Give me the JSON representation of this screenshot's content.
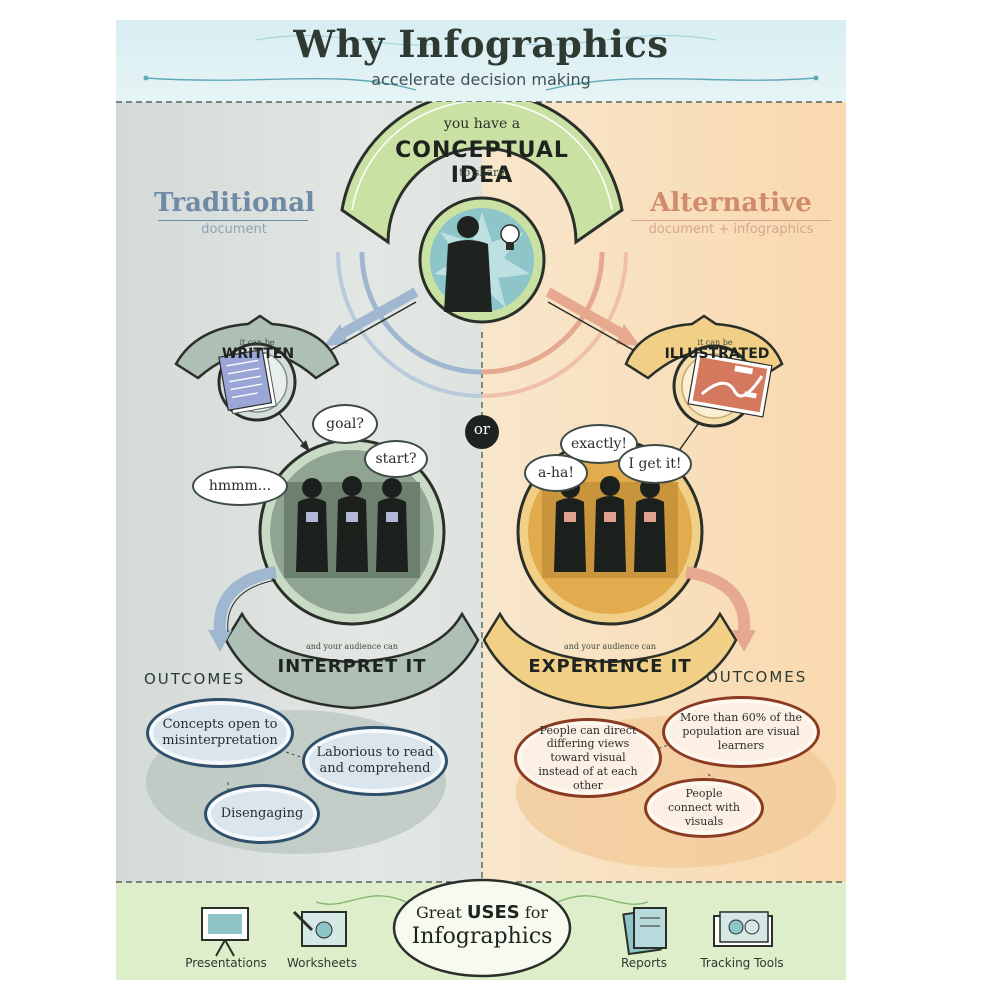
{
  "header": {
    "title": "Why Infographics",
    "subtitle": "accelerate decision making"
  },
  "center": {
    "pre": "you have a",
    "main": "CONCEPTUAL IDEA",
    "post": "to share",
    "or_label": "or"
  },
  "traditional": {
    "title": "Traditional",
    "subtitle": "document",
    "step1_pre": "it can be",
    "step1_main": "WRITTEN",
    "bubbles": [
      "goal?",
      "start?",
      "hmmm..."
    ],
    "step2_pre": "and your audience can",
    "step2_main": "INTERPRET IT",
    "outcomes_heading": "OUTCOMES",
    "outcomes": [
      "Concepts open to misinterpretation",
      "Laborious to read and comprehend",
      "Disengaging"
    ]
  },
  "alternative": {
    "title": "Alternative",
    "subtitle": "document + infographics",
    "step1_pre": "it can be",
    "step1_main": "ILLUSTRATED",
    "bubbles": [
      "exactly!",
      "a-ha!",
      "I get it!"
    ],
    "step2_pre": "and your audience can",
    "step2_main": "EXPERIENCE IT",
    "outcomes_heading": "OUTCOMES",
    "outcomes": [
      "More than 60% of the population are visual learners",
      "People can direct differing views toward visual instead of at each other",
      "People connect with visuals"
    ]
  },
  "footer": {
    "heading_pre": "Great",
    "heading_uses": "USES",
    "heading_for": "for",
    "heading_main": "Infographics",
    "uses": [
      "Presentations",
      "Worksheets",
      "Reports",
      "Tracking Tools"
    ],
    "icons": [
      "presentation-board-icon",
      "worksheet-icon",
      "reports-icon",
      "tracking-tools-icon"
    ]
  },
  "colors": {
    "left_bg": "#d9dfdb",
    "right_bg": "#f7dcb6",
    "traditional_title": "#6f8aa5",
    "alternative_title": "#d08a6c",
    "banner_green": "#c9e2a4",
    "banner_tan": "#f1cf87",
    "dark": "#2b2f2a"
  }
}
